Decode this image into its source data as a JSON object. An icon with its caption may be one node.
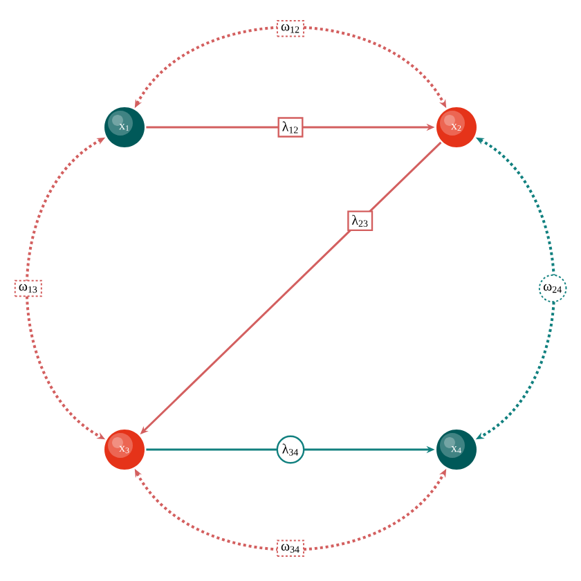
{
  "diagram": {
    "nodes": [
      {
        "text": [
          "x$_{1}$"
        ]
      },
      {
        "text": [
          "x$_{2}$"
        ]
      },
      {
        "text": [
          "x$_{3}$"
        ]
      },
      {
        "text": [
          "x$_{4}$"
        ]
      }
    ],
    "edges": [
      {
        "from": 0,
        "to": 1,
        "arrow": "to",
        "label": "λ$_{12}$"
      },
      {
        "from": 1,
        "to": 2,
        "arrow": "to",
        "label": "λ$_{23}$"
      },
      {
        "from": 2,
        "to": 3,
        "arrow": "to",
        "label": "λ$_{34}$",
        "color": "#11807f"
      },
      {
        "from": 0,
        "to": 1,
        "arrow": "both",
        "label": "ω$_{12}$",
        "style": "dashed"
      },
      {
        "from": 0,
        "to": 2,
        "arrow": "both",
        "label": "ω$_{13}$",
        "style": "dashed"
      },
      {
        "from": 1,
        "to": 3,
        "arrow": "both",
        "label": "ω$_{24}$",
        "style": "dashed",
        "color": "#11807f"
      },
      {
        "from": 2,
        "to": 3,
        "arrow": "both",
        "label": "ω$_{34}$",
        "style": "dashed"
      }
    ]
  }
}
